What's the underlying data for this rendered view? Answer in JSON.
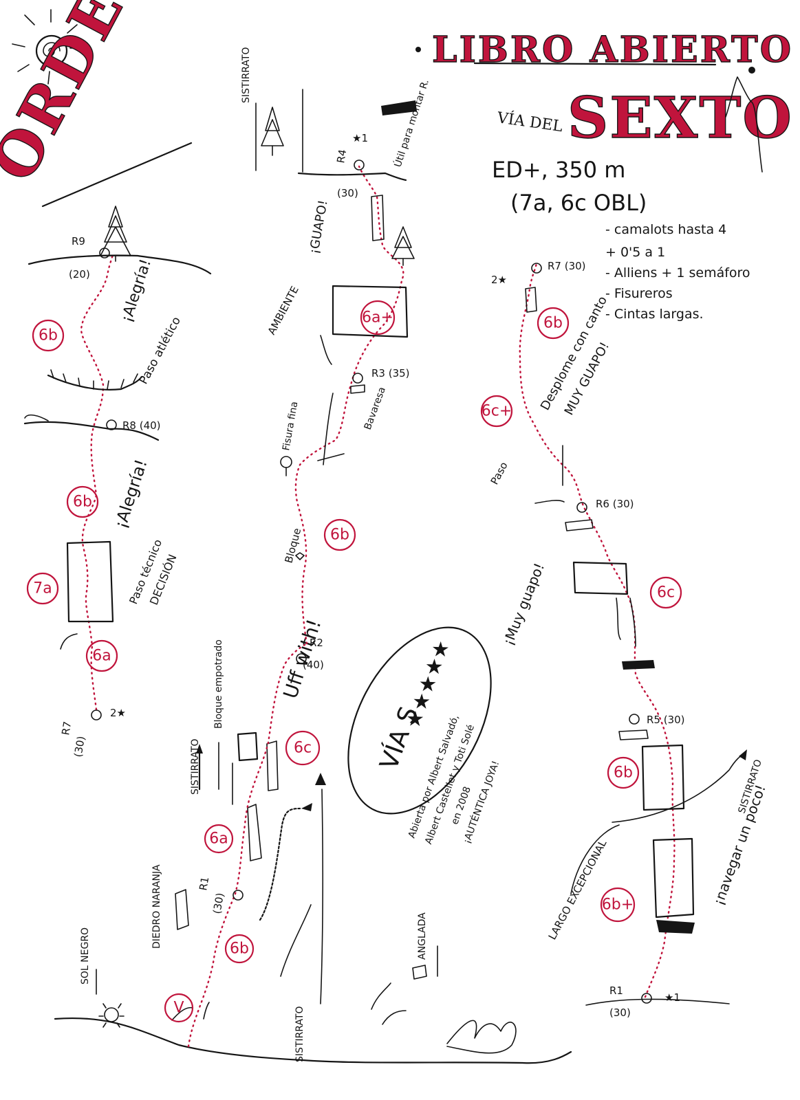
{
  "header": {
    "region": "ORDESA",
    "title": "LIBRO ABIERTO",
    "route_prefix": "VÍA DEL",
    "route_name": "SEXTO",
    "grade_line1": "ED+, 350 m",
    "grade_line2": "(7a, 6c OBL)"
  },
  "gear": [
    "- camalots hasta 4",
    "+ 0'5 a 1",
    "- Alliens + 1 semáforo",
    "- Fisureros",
    "- Cintas largas."
  ],
  "grades": {
    "p1": "V",
    "p2": "6b",
    "p3": "6a",
    "p4": "6c",
    "p5": "6b",
    "p6": "6a+",
    "p7": "6b+",
    "p8": "6b",
    "p9": "6c",
    "p10": "6c+",
    "p11": "6b",
    "p12": "6a",
    "p13": "7a",
    "p14": "6b",
    "p15": "6b"
  },
  "belays": {
    "r1_center": "R1",
    "r1_center_len": "(30)",
    "r2_center": "R2",
    "r2_center_len": "(40)",
    "r3_center": "R3 (35)",
    "r4_center": "R4",
    "r4_center_star": "★1",
    "r4_center_len": "(30)",
    "r1_right": "R1",
    "r1_right_star": "★1",
    "r1_right_len": "(30)",
    "r5_right": "R5 (30)",
    "r6_right": "R6 (30)",
    "r7_right": "R7 (30)",
    "r7_right_star": "2★",
    "r7_left": "R7",
    "r7_left_len": "(30)",
    "r7_left_star": "2★",
    "r8_left": "R8 (40)",
    "r9_left": "R9",
    "r9_left_len": "(20)"
  },
  "notes": {
    "sol_negro": "SOL NEGRO",
    "diedro_naranja": "DIEDRO NARANJA",
    "sistirrato_1": "SISTIRRATO",
    "sistirrato_2": "SISTIRRATO",
    "sistirrato_3": "SISTIRRATO",
    "sistirrato_top": "SISTIRRATO",
    "anglada": "ANGLADA",
    "uff_with": "Uff with!",
    "bloque_empotrado": "Bloque empotrado",
    "bloque": "Bloque",
    "fisura_fina": "Fisura fina",
    "bavaresa": "Bavaresa",
    "ambiente": "AMBIENTE",
    "guapo": "¡GUAPO!",
    "util": "Útil para montar R.",
    "muy_guapo": "¡Muy guapo!",
    "navegar": "¡navegar un poco!",
    "largo_excepcional": "LARGO EXCEPCIONAL",
    "desplome": "Desplome con canto",
    "muy_guapo_caps": "MUY GUAPO!",
    "paso": "Paso",
    "paso_tecnico": "Paso técnico",
    "decision": "DECISIÓN",
    "alegria_1": "¡Alegría!",
    "alegria_2": "¡Alegría!",
    "paso_atletico": "Paso atlético",
    "via_label": "VÍA S",
    "via_stars": "★★★★★",
    "credits_1": "Abierta por Albert Salvadó,",
    "credits_2": "Albert Castellet y Toti Solé",
    "credits_3": "en 2008",
    "credits_4": "¡AUTÉNTICA JOYA!"
  },
  "colors": {
    "ink": "#151515",
    "route_red": "#c0143c"
  }
}
